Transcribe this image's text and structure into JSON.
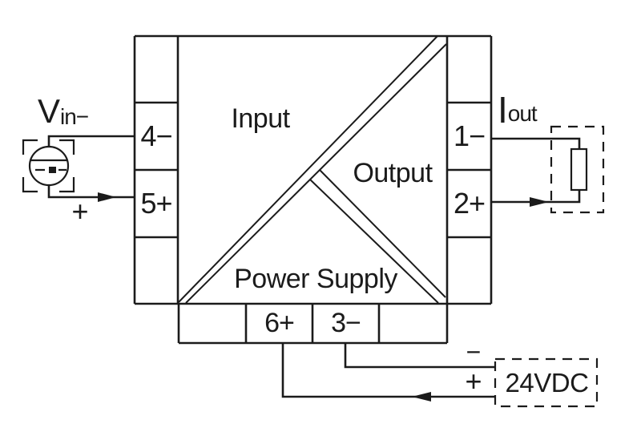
{
  "device": {
    "sections": {
      "input": "Input",
      "output": "Output",
      "power": "Power Supply"
    },
    "terminals": {
      "left": [
        {
          "label": "4−"
        },
        {
          "label": "5+"
        }
      ],
      "right": [
        {
          "label": "1−"
        },
        {
          "label": "2+"
        }
      ],
      "bottom": [
        {
          "label": "6+"
        },
        {
          "label": "3−"
        }
      ]
    }
  },
  "input_signal": {
    "symbol": "V",
    "subscript": "in−",
    "polarity_plus": "+"
  },
  "output_signal": {
    "symbol": "I",
    "subscript": "out"
  },
  "power_supply": {
    "label": "24VDC",
    "minus": "−",
    "plus": "+"
  },
  "colors": {
    "line": "#1b1b1b",
    "background": "#ffffff"
  }
}
